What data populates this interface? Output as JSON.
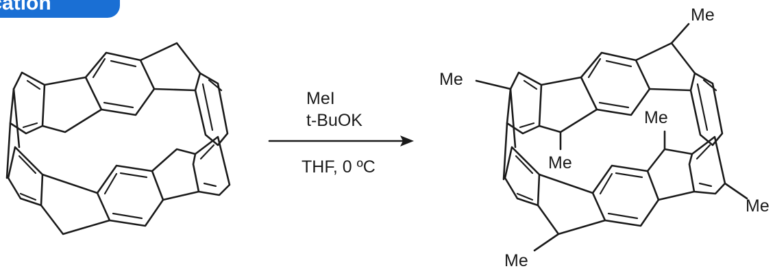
{
  "badge": {
    "text": "ication"
  },
  "reagents": {
    "line1": "MeI",
    "line2": "t-BuOK",
    "below": "THF, 0 ºC"
  },
  "product": {
    "substituent": "Me"
  },
  "colors": {
    "badge": "#1a6fd4",
    "ink": "#1a1a1a"
  }
}
